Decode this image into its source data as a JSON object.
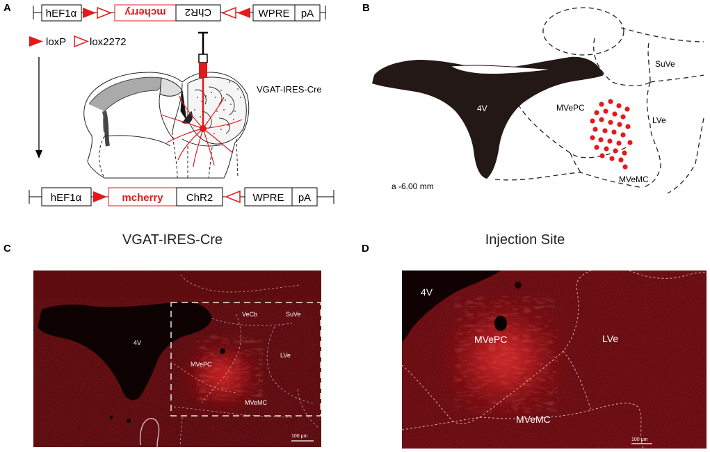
{
  "colors": {
    "red": "#e3191c",
    "black": "#000000",
    "tissue_dark": "#2a0406",
    "tissue_mid": "#6e0c10",
    "tissue_bright": "#ff2a2a",
    "ventricle": "#120102",
    "brainstem": "#231815"
  },
  "panels": {
    "a": {
      "letter": "A"
    },
    "b": {
      "letter": "B"
    },
    "c": {
      "letter": "C",
      "heading": "VGAT-IRES-Cre"
    },
    "d": {
      "letter": "D",
      "heading": "Injection Site"
    }
  },
  "construct_top": {
    "hef1a": "hEF1α",
    "mcherry_inverted": "mcherry",
    "chr2_inverted": "ChR2",
    "wpre": "WPRE",
    "pa": "pA"
  },
  "construct_bottom": {
    "hef1a": "hEF1α",
    "mcherry": "mcherry",
    "chr2": "ChR2",
    "wpre": "WPRE",
    "pa": "pA"
  },
  "legend": {
    "loxp": "loxP",
    "lox2272": "lox2272"
  },
  "mouse_line": "VGAT-IRES-Cre",
  "panel_b": {
    "ventricle": "4V",
    "suve": "SuVe",
    "mvepc": "MVePC",
    "lve": "LVe",
    "mvemc": "MVeMC",
    "coordinate": "a -6.00 mm"
  },
  "panel_c": {
    "ventricle": "4V",
    "vecb": "VeCb",
    "suve": "SuVe",
    "mvepc": "MVePC",
    "lve": "LVe",
    "mvemc": "MVeMC",
    "scale": "100 μm"
  },
  "panel_d": {
    "ventricle": "4V",
    "mvepc": "MVePC",
    "lve": "LVe",
    "mvemc": "MVeMC",
    "scale": "100 μm"
  }
}
